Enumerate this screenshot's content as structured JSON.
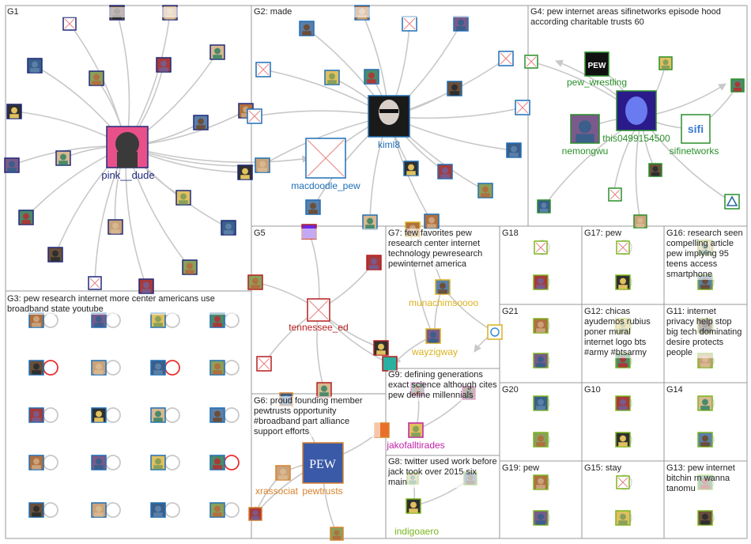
{
  "groups": [
    {
      "id": "G1",
      "label": "G1",
      "name_color": "#1f2a7a"
    },
    {
      "id": "G2",
      "label": "G2: made",
      "name_color": "#1f6fb5"
    },
    {
      "id": "G3",
      "label": "G3: pew research internet more center americans use broadband state youtube",
      "name_color": "#1f6fb5"
    },
    {
      "id": "G4",
      "label": "G4: pew internet areas sifinetworks episode hood according charitable trusts 60",
      "name_color": "#2a8f2a"
    },
    {
      "id": "G5",
      "label": "G5",
      "name_color": "#b51f1f"
    },
    {
      "id": "G6",
      "label": "G6: proud founding member pewtrusts opportunity #broadband part alliance support efforts",
      "name_color": "#d9822b"
    },
    {
      "id": "G7",
      "label": "G7: few favorites pew research center internet technology pewresearch pewinternet america",
      "name_color": "#d9b21f"
    },
    {
      "id": "G8",
      "label": "G8: twitter used work before jack took over 2015 six main",
      "name_color": "#7bb51f"
    },
    {
      "id": "G9",
      "label": "G9: defining generations exact science although cites pew define millennials",
      "name_color": "#c21fa8"
    },
    {
      "id": "G10",
      "label": "G10"
    },
    {
      "id": "G11",
      "label": "G11: internet privacy help stop big tech dominating desire protects people"
    },
    {
      "id": "G12",
      "label": "G12: chicas ayudemos rubius poner mural internet logo bts #army #btsarmy"
    },
    {
      "id": "G13",
      "label": "G13: pew internet bitchin rn wanna tanomu"
    },
    {
      "id": "G14",
      "label": "G14"
    },
    {
      "id": "G15",
      "label": "G15: stay"
    },
    {
      "id": "G16",
      "label": "G16: research seen compelling article pew implying 95 teens access smartphone"
    },
    {
      "id": "G17",
      "label": "G17: pew"
    },
    {
      "id": "G18",
      "label": "G18"
    },
    {
      "id": "G19",
      "label": "G19: pew"
    },
    {
      "id": "G20",
      "label": "G20"
    },
    {
      "id": "G21",
      "label": "G21"
    }
  ],
  "named_nodes": [
    {
      "name": "pink__dude",
      "group": "G1"
    },
    {
      "name": "kiml8",
      "group": "G2"
    },
    {
      "name": "macdoodle_pew",
      "group": "G2"
    },
    {
      "name": "pew_wrestling",
      "group": "G4"
    },
    {
      "name": "this0499154500",
      "group": "G4"
    },
    {
      "name": "nemongwu",
      "group": "G4"
    },
    {
      "name": "sifinetworks",
      "group": "G4"
    },
    {
      "name": "tennessee_ed",
      "group": "G5"
    },
    {
      "name": "munachimsoooo",
      "group": "G7"
    },
    {
      "name": "wayzigway",
      "group": "G7"
    },
    {
      "name": "jakofalltirades",
      "group": "G9"
    },
    {
      "name": "xrassociat",
      "group": "G6"
    },
    {
      "name": "pewtrusts",
      "group": "G6"
    },
    {
      "name": "indigoaero",
      "group": "G8"
    }
  ],
  "image_text": {
    "pew_logo": "PEW"
  },
  "colors": {
    "edge": "#c8c8c8",
    "box_border": "#9a9a9a",
    "g1_node_border": "#1f2a7a",
    "g2_node_border": "#1f6fb5",
    "g4_node_border": "#2a8f2a",
    "g5_node_border": "#b51f1f",
    "g6_node_border": "#d9822b",
    "g7_node_border": "#d9b21f",
    "g9_node_border": "#c21fa8",
    "g8_node_border": "#7bb51f"
  }
}
